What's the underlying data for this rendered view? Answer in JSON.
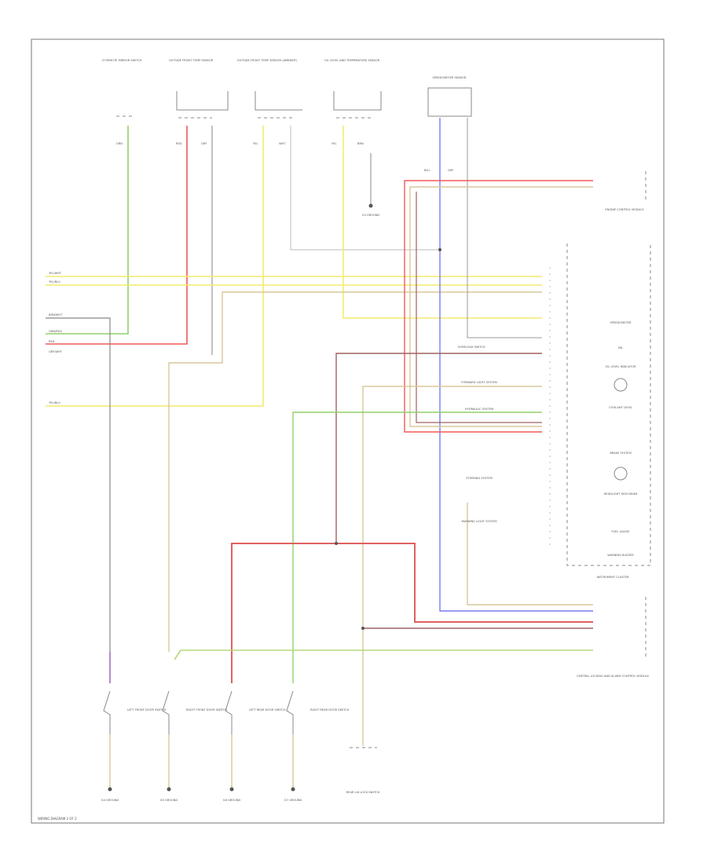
{
  "diagram": {
    "footer_code": "WIRING DIAGRAM 2 OF 2",
    "colors": {
      "green": "#8fd16a",
      "red": "#f05a5a",
      "yellow": "#f2ec6e",
      "tan": "#d9c89a",
      "blue": "#7a7af0",
      "brown": "#a06060",
      "gray": "#999999",
      "purple": "#a070c0"
    },
    "top_components": [
      {
        "id": "c1",
        "label": "LT REMOTE MIRROR SWITCH"
      },
      {
        "id": "c2",
        "label": "OUTSIDE FRONT TEMP SENSOR"
      },
      {
        "id": "c3",
        "label": "OUTSIDE FRONT TEMP SENSOR (AMBIENT)"
      },
      {
        "id": "c4",
        "label": "OIL LEVEL AND TEMPERATURE SENSOR"
      },
      {
        "id": "c5",
        "label": "SPEEDOMETER SENSOR"
      }
    ],
    "top_wires": [
      {
        "id": "w1",
        "label": "GRN"
      },
      {
        "id": "w2",
        "label": "RED"
      },
      {
        "id": "w3",
        "label": "GRY"
      },
      {
        "id": "w4",
        "label": "YEL"
      },
      {
        "id": "w5",
        "label": "WHT"
      },
      {
        "id": "w6",
        "label": "YEL"
      },
      {
        "id": "w7",
        "label": "BRN"
      },
      {
        "id": "w8",
        "label": "BLU"
      },
      {
        "id": "w9",
        "label": "GRY"
      }
    ],
    "ground_top": {
      "label": "G3 GROUND"
    },
    "left_wire_labels": [
      {
        "id": "l1",
        "label": "YEL/WHT"
      },
      {
        "id": "l2",
        "label": "YEL/BLU"
      },
      {
        "id": "l3",
        "label": "BRN/WHT"
      },
      {
        "id": "l4",
        "label": "GRN/RED"
      },
      {
        "id": "l5",
        "label": "RED"
      },
      {
        "id": "l6",
        "label": "GRY/WHT"
      },
      {
        "id": "l7",
        "label": "YEL/BLU"
      }
    ],
    "right_modules": [
      {
        "id": "m1",
        "label": "ENGINE CONTROL MODULE"
      },
      {
        "id": "m2",
        "label": "INSTRUMENT CLUSTER"
      },
      {
        "id": "m3",
        "label": "CENTRAL LOCKING AND ALARM CONTROL MODULE"
      }
    ],
    "cluster_items": [
      {
        "id": "k1",
        "label": "SPEEDOMETER"
      },
      {
        "id": "k2",
        "label": "MIL"
      },
      {
        "id": "k3",
        "label": "OIL LEVEL INDICATOR"
      },
      {
        "id": "k4",
        "label": "COOLANT LEVEL"
      },
      {
        "id": "k5",
        "label": "BRAKE SYSTEM"
      },
      {
        "id": "k6",
        "label": "HEADLIGHT HIGH BEAM"
      },
      {
        "id": "k7",
        "label": "FUEL GAUGE"
      },
      {
        "id": "k8",
        "label": "WARNING BUZZER"
      }
    ],
    "mid_labels": [
      {
        "id": "x1",
        "label": "OVERLOAD SWITCH"
      },
      {
        "id": "x2",
        "label": "FORWARD LIGHT SYSTEM"
      },
      {
        "id": "x3",
        "label": "HYDRAULIC SYSTEM"
      },
      {
        "id": "x4",
        "label": "STEERING SYSTEM"
      },
      {
        "id": "x5",
        "label": "WARNING LIGHT SYSTEM"
      }
    ],
    "bottom_switches": [
      {
        "id": "s1",
        "label": "LEFT FRONT DOOR SWITCH",
        "ground": "G4 GROUND"
      },
      {
        "id": "s2",
        "label": "RIGHT FRONT DOOR SWITCH",
        "ground": "G5 GROUND"
      },
      {
        "id": "s3",
        "label": "LEFT REAR DOOR SWITCH",
        "ground": "G6 GROUND"
      },
      {
        "id": "s4",
        "label": "RIGHT REAR DOOR SWITCH",
        "ground": "G7 GROUND"
      }
    ],
    "bottom_component": {
      "label": "REAR LID LOCK SWITCH"
    }
  }
}
